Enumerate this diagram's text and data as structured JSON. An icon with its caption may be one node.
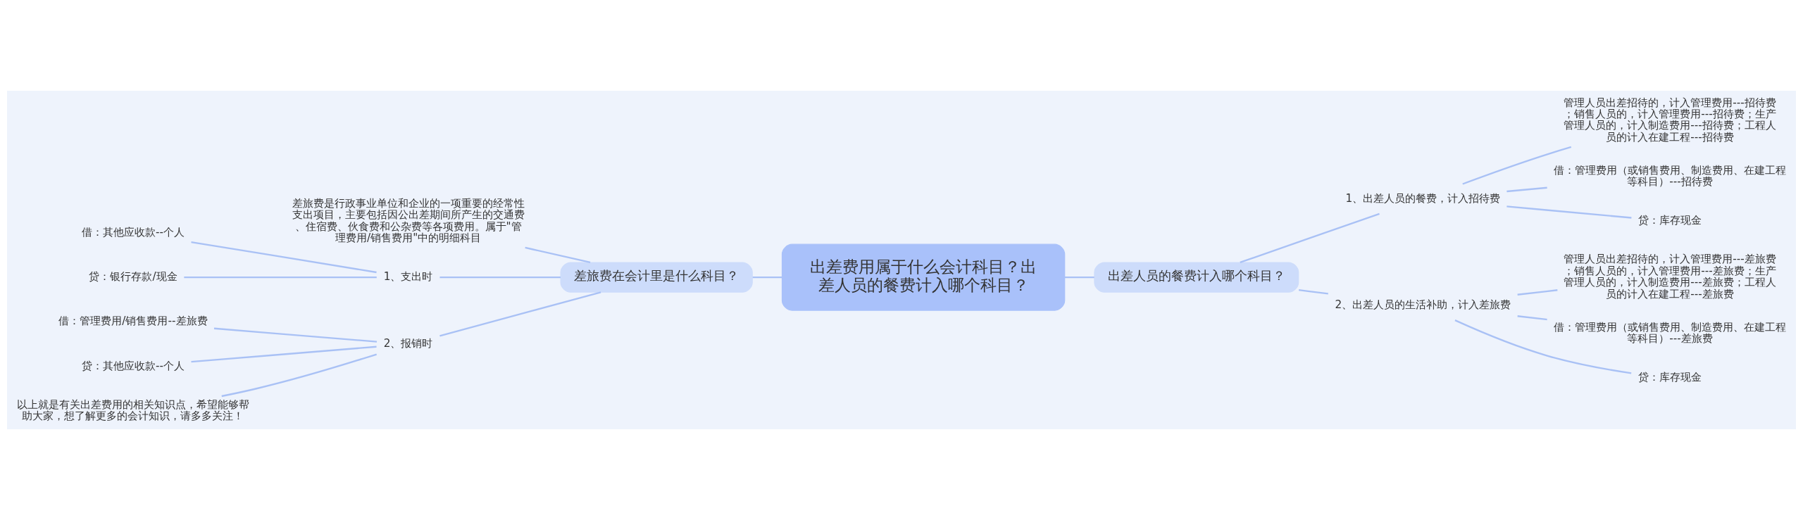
{
  "diagram": {
    "nodes": [
      {
        "text": [
          "出差费用属于什么会计科目？出差人员的餐费计入哪个科目？"
        ]
      },
      {
        "text": [
          "差旅费在会计里是什么科目？"
        ]
      },
      {
        "text": [
          "差旅费是行政事业单位和企业的一项重要的经常性支出项目，主要包括因公出差期间所产生的交通费、住宿费、伙食费和公杂费等各项费用。属于\"管理费用/销售费用\"中的明细科目"
        ]
      },
      {
        "text": [
          "1、支出时"
        ]
      },
      {
        "text": [
          "借：其他应收款--个人"
        ]
      },
      {
        "text": [
          "贷：银行存款/现金"
        ]
      },
      {
        "text": [
          "2、报销时"
        ]
      },
      {
        "text": [
          "借：管理费用/销售费用--差旅费"
        ]
      },
      {
        "text": [
          "贷：其他应收款--个人"
        ]
      },
      {
        "text": [
          "以上就是有关出差费用的相关知识点，希望能够帮助大家，想了解更多的会计知识，请多多关注！"
        ]
      },
      {
        "text": [
          "出差人员的餐费计入哪个科目？"
        ]
      },
      {
        "text": [
          "1、出差人员的餐费，计入招待费"
        ]
      },
      {
        "text": [
          "管理人员出差招待的，计入管理费用---招待费；销售人员的，计入管理费用---招待费；生产管理人员的，计入制造费用---招待费；工程人员的计入在建工程---招待费"
        ]
      },
      {
        "text": [
          "借：管理费用（或销售费用、制造费用、在建工程等科目）---招待费"
        ]
      },
      {
        "text": [
          "贷：库存现金"
        ]
      },
      {
        "text": [
          "2、出差人员的生活补助，计入差旅费"
        ]
      },
      {
        "text": [
          "管理人员出差招待的，计入管理费用---差旅费；销售人员的，计入管理费用---差旅费；生产管理人员的，计入制造费用---差旅费；工程人员的计入在建工程---差旅费"
        ]
      },
      {
        "text": [
          "借：管理费用（或销售费用、制造费用、在建工程等科目）---差旅费"
        ]
      },
      {
        "text": [
          "贷：库存现金"
        ]
      }
    ],
    "edges": [
      {
        "from": 0,
        "to": 1,
        "arrow": "none"
      },
      {
        "from": 1,
        "to": 2,
        "arrow": "none"
      },
      {
        "from": 1,
        "to": 3,
        "arrow": "none"
      },
      {
        "from": 3,
        "to": 4,
        "arrow": "none"
      },
      {
        "from": 3,
        "to": 5,
        "arrow": "none"
      },
      {
        "from": 1,
        "to": 6,
        "arrow": "none"
      },
      {
        "from": 6,
        "to": 7,
        "arrow": "none"
      },
      {
        "from": 6,
        "to": 8,
        "arrow": "none"
      },
      {
        "from": 6,
        "to": 9,
        "arrow": "none"
      },
      {
        "from": 0,
        "to": 10,
        "arrow": "none"
      },
      {
        "from": 10,
        "to": 11,
        "arrow": "none"
      },
      {
        "from": 11,
        "to": 12,
        "arrow": "none"
      },
      {
        "from": 11,
        "to": 13,
        "arrow": "none"
      },
      {
        "from": 11,
        "to": 14,
        "arrow": "none"
      },
      {
        "from": 10,
        "to": 15,
        "arrow": "none"
      },
      {
        "from": 15,
        "to": 16,
        "arrow": "none"
      },
      {
        "from": 15,
        "to": 17,
        "arrow": "none"
      },
      {
        "from": 15,
        "to": 18,
        "arrow": "none"
      }
    ]
  }
}
